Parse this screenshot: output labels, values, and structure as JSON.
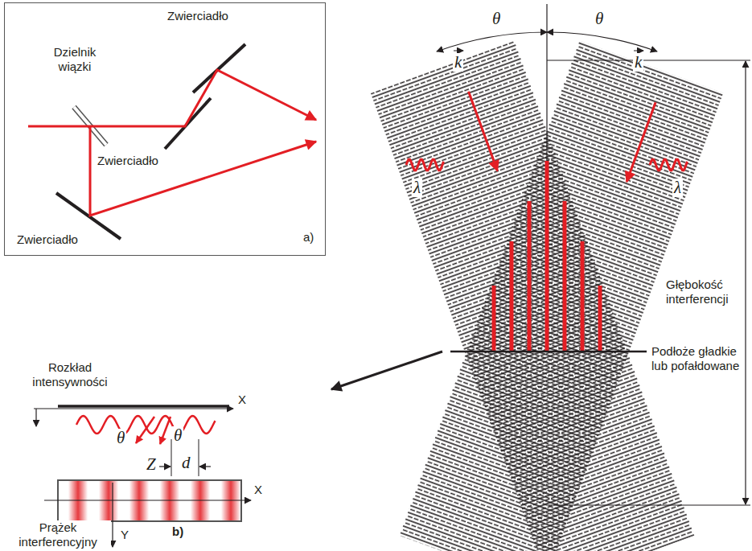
{
  "diagram": {
    "nodes": [
      {
        "text": [
          "Zwierciadło",
          "Dzielnik wiązki",
          "Zwierciadło",
          "Zwierciadło",
          "a)"
        ]
      }
    ],
    "labels": [
      "θ",
      "θ",
      "k",
      "k",
      "λ",
      "λ",
      "Głębokość interferencji",
      "Podłoże gładkie lub pofałdowane",
      "Rozkład intensywności",
      "X",
      "θ",
      "θ",
      "Z",
      "d",
      "Prążek interferencyjny",
      "X",
      "Y",
      "b)"
    ]
  }
}
